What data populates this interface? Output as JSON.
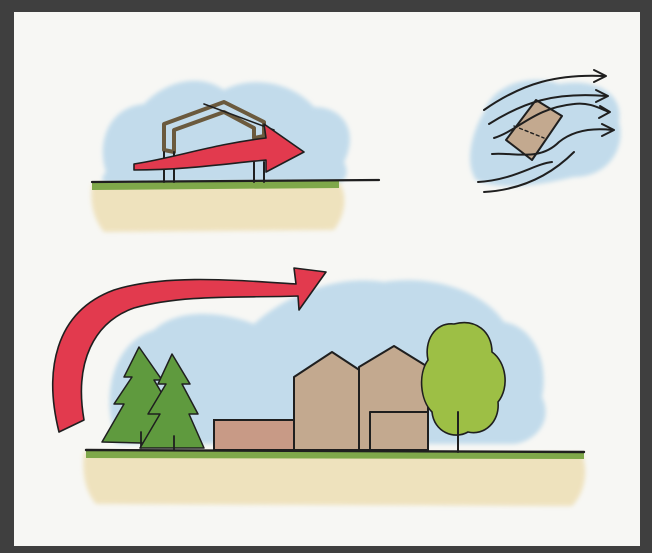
{
  "illustration": {
    "colors": {
      "paper": "#f7f7f4",
      "frame": "#3f3f3f",
      "sky_wash": "#b9d7ea",
      "ground_wash": "#eee0b8",
      "grass": "#7fa84a",
      "wind_red": "#e23a4e",
      "building_tan": "#c3a98f",
      "building_low": "#c89a86",
      "conifer": "#5f9a3e",
      "deciduous": "#9dbf45",
      "ink": "#1f1f1f"
    },
    "panels": [
      {
        "name": "raised-cabin-wind-section"
      },
      {
        "name": "wind-flow-plan-diagram"
      },
      {
        "name": "site-wind-deflection-section"
      }
    ]
  }
}
